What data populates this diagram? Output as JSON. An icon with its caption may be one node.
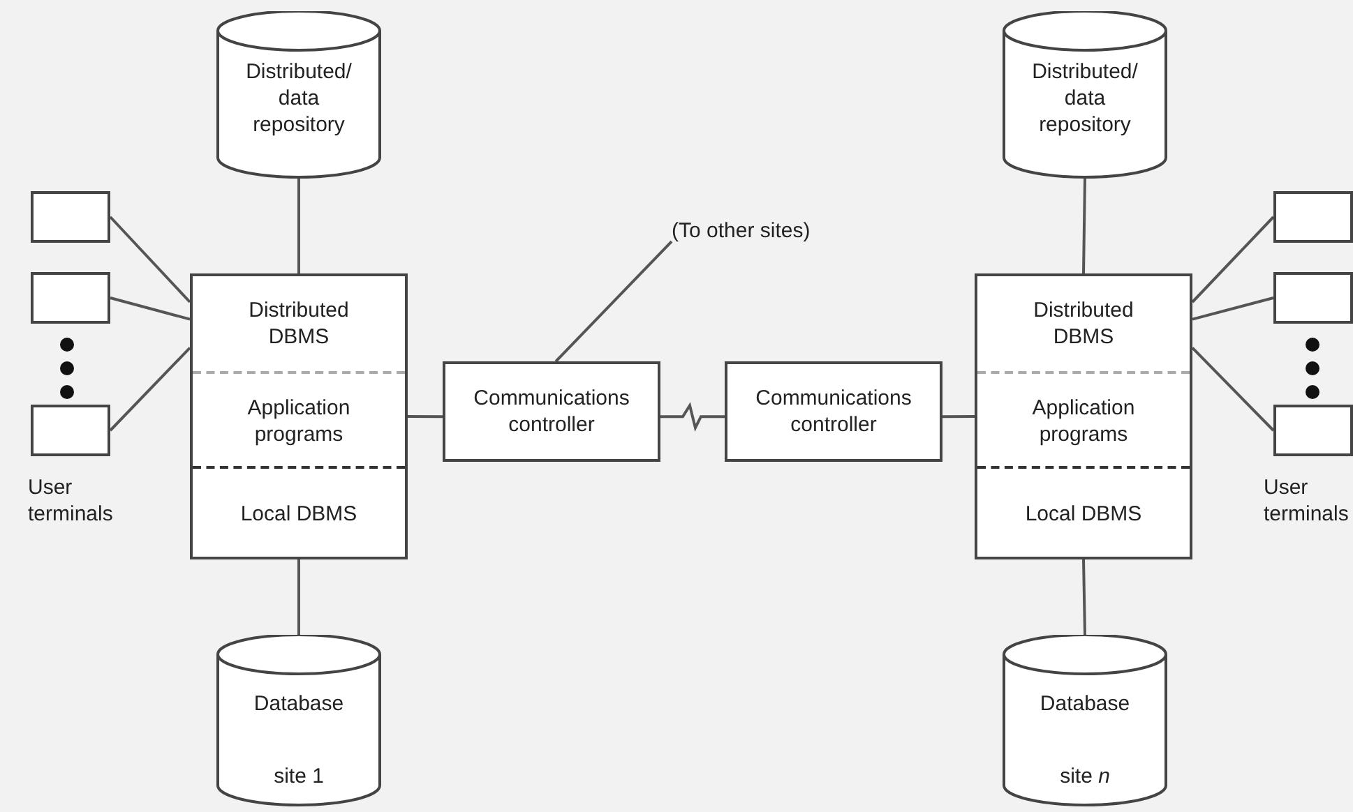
{
  "diagram": {
    "nodes": [
      {
        "text": [
          "Distributed/ data repository"
        ]
      },
      {
        "text": [
          "Distributed/ data repository"
        ]
      },
      {
        "text": [
          "(To other sites)"
        ]
      },
      {
        "text": [],
        "shape": "box"
      },
      {
        "text": [],
        "shape": "box"
      },
      {
        "text": [],
        "shape": "box"
      },
      {
        "text": [
          "Distributed DBMS",
          "Application programs",
          "Local DBMS"
        ]
      },
      {
        "text": [
          "Communications controller"
        ]
      },
      {
        "text": [
          "Communications controller"
        ]
      },
      {
        "text": [
          "Distributed DBMS",
          "Application programs",
          "Local DBMS"
        ]
      },
      {
        "text": [],
        "shape": "box"
      },
      {
        "text": [],
        "shape": "box"
      },
      {
        "text": [],
        "shape": "box"
      },
      {
        "text": [
          "Database",
          "site 1"
        ]
      },
      {
        "text": [
          "Database",
          "site *n*"
        ]
      }
    ],
    "edges": [
      {
        "from": 0,
        "to": 6,
        "arrow": "none"
      },
      {
        "from": 3,
        "to": 6,
        "arrow": "none"
      },
      {
        "from": 4,
        "to": 6,
        "arrow": "none"
      },
      {
        "from": 5,
        "to": 6,
        "arrow": "none"
      },
      {
        "from": 6,
        "to": 7,
        "arrow": "none"
      },
      {
        "from": 7,
        "to": 2,
        "arrow": "none"
      },
      {
        "from": 7,
        "to": 8,
        "arrow": "none"
      },
      {
        "from": 8,
        "to": 9,
        "arrow": "none"
      },
      {
        "from": 1,
        "to": 9,
        "arrow": "none"
      },
      {
        "from": 9,
        "to": 10,
        "arrow": "none"
      },
      {
        "from": 9,
        "to": 11,
        "arrow": "none"
      },
      {
        "from": 9,
        "to": 12,
        "arrow": "none"
      },
      {
        "from": 6,
        "to": 13,
        "arrow": "none"
      },
      {
        "from": 9,
        "to": 14,
        "arrow": "none"
      }
    ],
    "labels": [
      "User terminals",
      "User terminals"
    ]
  }
}
